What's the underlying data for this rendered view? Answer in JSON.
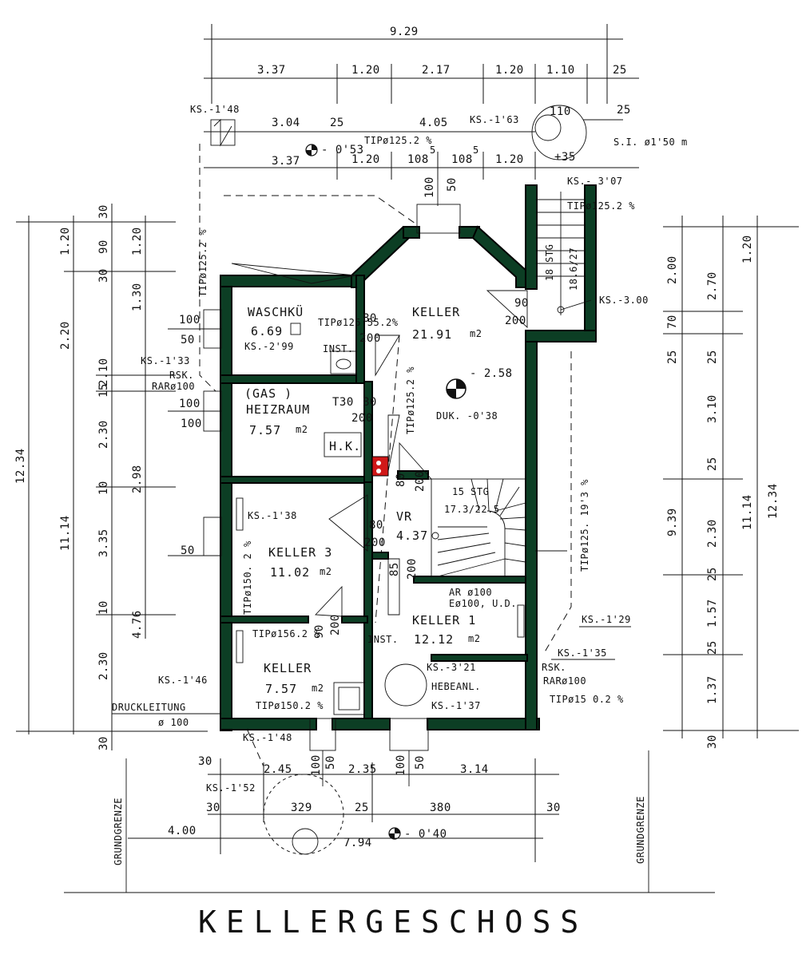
{
  "title": "KELLERGESCHOSS",
  "rooms": [
    {
      "name": "WASCHKÜ",
      "area": "6.69",
      "unit": "m2"
    },
    {
      "name": "KELLER",
      "area": "21.91",
      "unit": "m2"
    },
    {
      "name": "(GAS )",
      "name2": "HEIZRAUM",
      "area": "7.57",
      "unit": "m2"
    },
    {
      "name": "KELLER 3",
      "area": "11.02",
      "unit": "m2"
    },
    {
      "name": "VR",
      "area": "4.37",
      "unit": "m2"
    },
    {
      "name": "KELLER 1",
      "area": "12.12",
      "unit": "m2"
    },
    {
      "name": "KELLER",
      "area": "7.57",
      "unit": "m2"
    }
  ],
  "equipment": {
    "hk": "H.K.",
    "inst1": "INST.",
    "inst2": "INST.",
    "hebeanl": "HEBEANL.",
    "stairs_top": "15 STG",
    "stairs_bottom": "17.3/22.5",
    "stairs_side": "18 STG",
    "stairs_side2": "18.6/27",
    "t30": "T30",
    "duk": "DUK. -0'38",
    "level_258": "- 2.58",
    "level_053": "- 0'53",
    "level_040": "- 0'40",
    "plus35": "+35",
    "si": "S.I. ø1'50 m",
    "ar": "AR ø100",
    "eo": "Eø100, U.D.",
    "druck1": "DRUCKLEITUNG",
    "druck2": "ø 100",
    "grundgrenze": "GRUNDGRENZE"
  },
  "ks_labels": [
    "KS.-1'48",
    "KS.-1'63",
    "KS.- 3'07",
    "KS.-3.00",
    "KS.-2'99",
    "KS.-1'33",
    "KS.-1'38",
    "KS.-1'29",
    "KS.-1'35",
    "KS.-3'21",
    "KS.-1'37",
    "KS.-1'46",
    "KS.-1'48",
    "KS.-1'52"
  ],
  "pipes": [
    "TIPø125.2 %",
    "TIPø125.2 %",
    "TIPø125.2 %",
    "TIPø125 55.2%",
    "TIPø125.2 %",
    "TIPø150. 2 %",
    "TIPø156.2 %",
    "TIPø150.2 %",
    "TIPø125. 19'3 %",
    "TIPø15 0.2 %",
    "RSK.",
    "RARø100",
    "RSK.",
    "RARø100"
  ],
  "dims_top": [
    "9.29",
    "3.37",
    "1.20",
    "2.17",
    "1.20",
    "1.10",
    "25",
    "3.04",
    "25",
    "4.05",
    "110",
    "25",
    "3.37",
    "1.20",
    "108",
    "5",
    "108",
    "5",
    "1.20"
  ],
  "dims_bottom": [
    "30",
    "2.45",
    "2.35",
    "3.14",
    "30",
    "329",
    "25",
    "380",
    "30",
    "4.00",
    "7.94"
  ],
  "dims_left": [
    "12.34",
    "11.14",
    "1.20",
    "2.20",
    "2.10",
    "15",
    "2.30",
    "10",
    "3.35",
    "10",
    "2.30",
    "30",
    "30",
    "90",
    "30",
    "1.20",
    "1.30",
    "2.98",
    "4.76"
  ],
  "dims_right": [
    "9.39",
    "12.34",
    "11.14",
    "1.20",
    "2.00",
    "70",
    "25",
    "2.70",
    "25",
    "3.10",
    "25",
    "2.30",
    "25",
    "1.57",
    "25",
    "1.37",
    "30"
  ],
  "openings": [
    "100",
    "50",
    "100",
    "50",
    "100",
    "100",
    "50",
    "100",
    "50",
    "100",
    "50",
    "90",
    "200",
    "80",
    "200",
    "80",
    "200",
    "80",
    "200",
    "85",
    "200",
    "80",
    "200",
    "90",
    "200",
    "80",
    "200",
    "100",
    "50"
  ]
}
